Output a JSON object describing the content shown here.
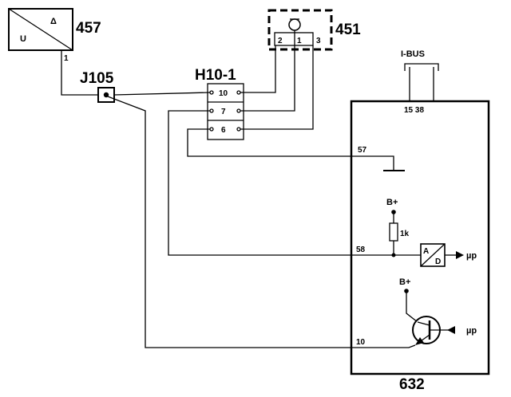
{
  "components": {
    "sensor": {
      "id": "457",
      "sym_u": "U",
      "sym_delta": "Δ",
      "pin": "1"
    },
    "junction": {
      "id": "J105"
    },
    "connector": {
      "id": "H10-1",
      "pins": [
        "10",
        "7",
        "6"
      ]
    },
    "switch": {
      "id": "451",
      "pins": [
        "2",
        "1",
        "3"
      ]
    },
    "module": {
      "id": "632",
      "bus_label": "I-BUS",
      "bus_pins": "15 38",
      "pin_ground": "57",
      "pin_adc": "58",
      "pin_driver": "10",
      "supply": "B+",
      "resistor": "1k",
      "adc_a": "A",
      "adc_d": "D",
      "mcu": "µp"
    }
  }
}
